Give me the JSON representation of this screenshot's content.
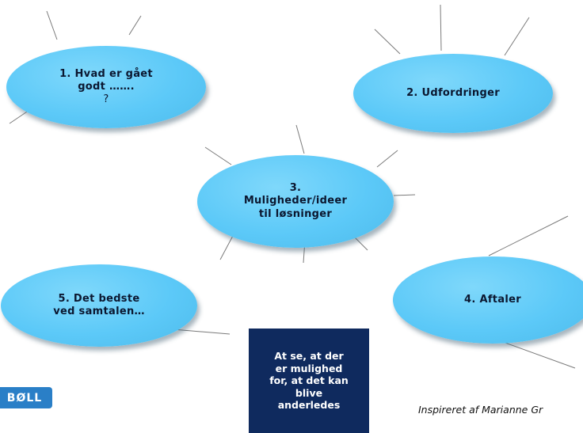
{
  "bubbles": {
    "b1": {
      "text": "1. Hvad er gået\ngodt …….",
      "suffix": "?"
    },
    "b2": {
      "text": "2. Udfordringer"
    },
    "b3": {
      "text": "3.\nMuligheder/ideer\ntil løsninger"
    },
    "b4": {
      "text": "4. Aftaler"
    },
    "b5": {
      "text": "5. Det bedste\nved samtalen…"
    }
  },
  "note_box": {
    "text": "At se, at der\ner mulighed\nfor, at det kan\nblive\nanderledes"
  },
  "logo": {
    "text": "BØLL"
  },
  "credit": {
    "text": "Inspireret af Marianne Gr"
  },
  "colors": {
    "bubble": "#5cc9f8",
    "box": "#0f2a5e",
    "logo": "#2a7fc7"
  }
}
